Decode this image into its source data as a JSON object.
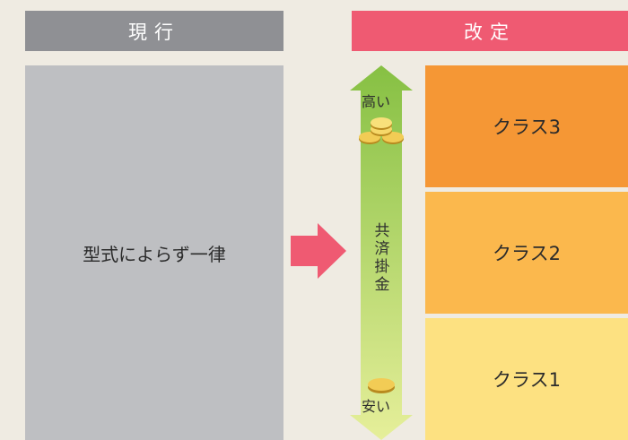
{
  "current": {
    "header": "現行",
    "text": "型式によらず一律"
  },
  "revised": {
    "header": "改定",
    "scale": {
      "high": "高い",
      "low": "安い",
      "label": "共済掛金"
    },
    "classes": [
      "クラス3",
      "クラス2",
      "クラス1"
    ]
  },
  "colors": {
    "current_header": "#8f9094",
    "current_box": "#bebfc2",
    "revised_header": "#ef5a72",
    "arrow": "#ef5a72",
    "class3": "#f59735",
    "class2": "#fbb84d",
    "class1": "#fde181",
    "scale_top": "#86c043",
    "scale_bottom": "#e6ef9a"
  }
}
